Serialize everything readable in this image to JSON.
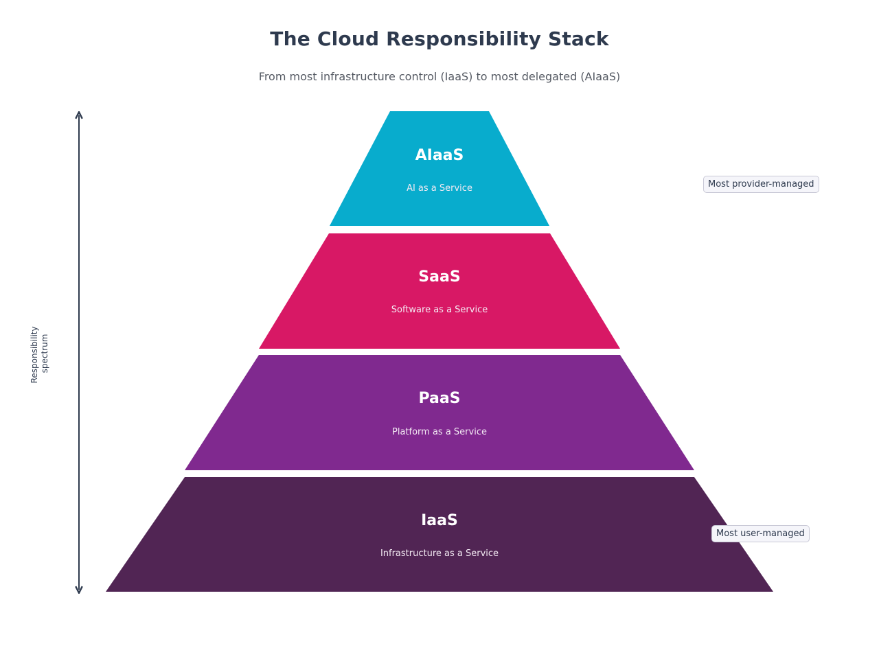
{
  "header": {
    "title": "The Cloud Responsibility Stack",
    "subtitle": "From most infrastructure control (IaaS) to most delegated (AIaaS)"
  },
  "axis": {
    "label_line1": "Responsibility",
    "label_line2": "spectrum",
    "color": "#2e3a4e"
  },
  "layers": [
    {
      "name": "AIaaS",
      "description": "AI as a Service",
      "color": "#08accd"
    },
    {
      "name": "SaaS",
      "description": "Software as a Service",
      "color": "#d81865"
    },
    {
      "name": "PaaS",
      "description": "Platform as a Service",
      "color": "#80298f"
    },
    {
      "name": "IaaS",
      "description": "Infrastructure as a Service",
      "color": "#512554"
    }
  ],
  "callouts": {
    "top": "Most provider-managed",
    "bottom": "Most user-managed"
  }
}
